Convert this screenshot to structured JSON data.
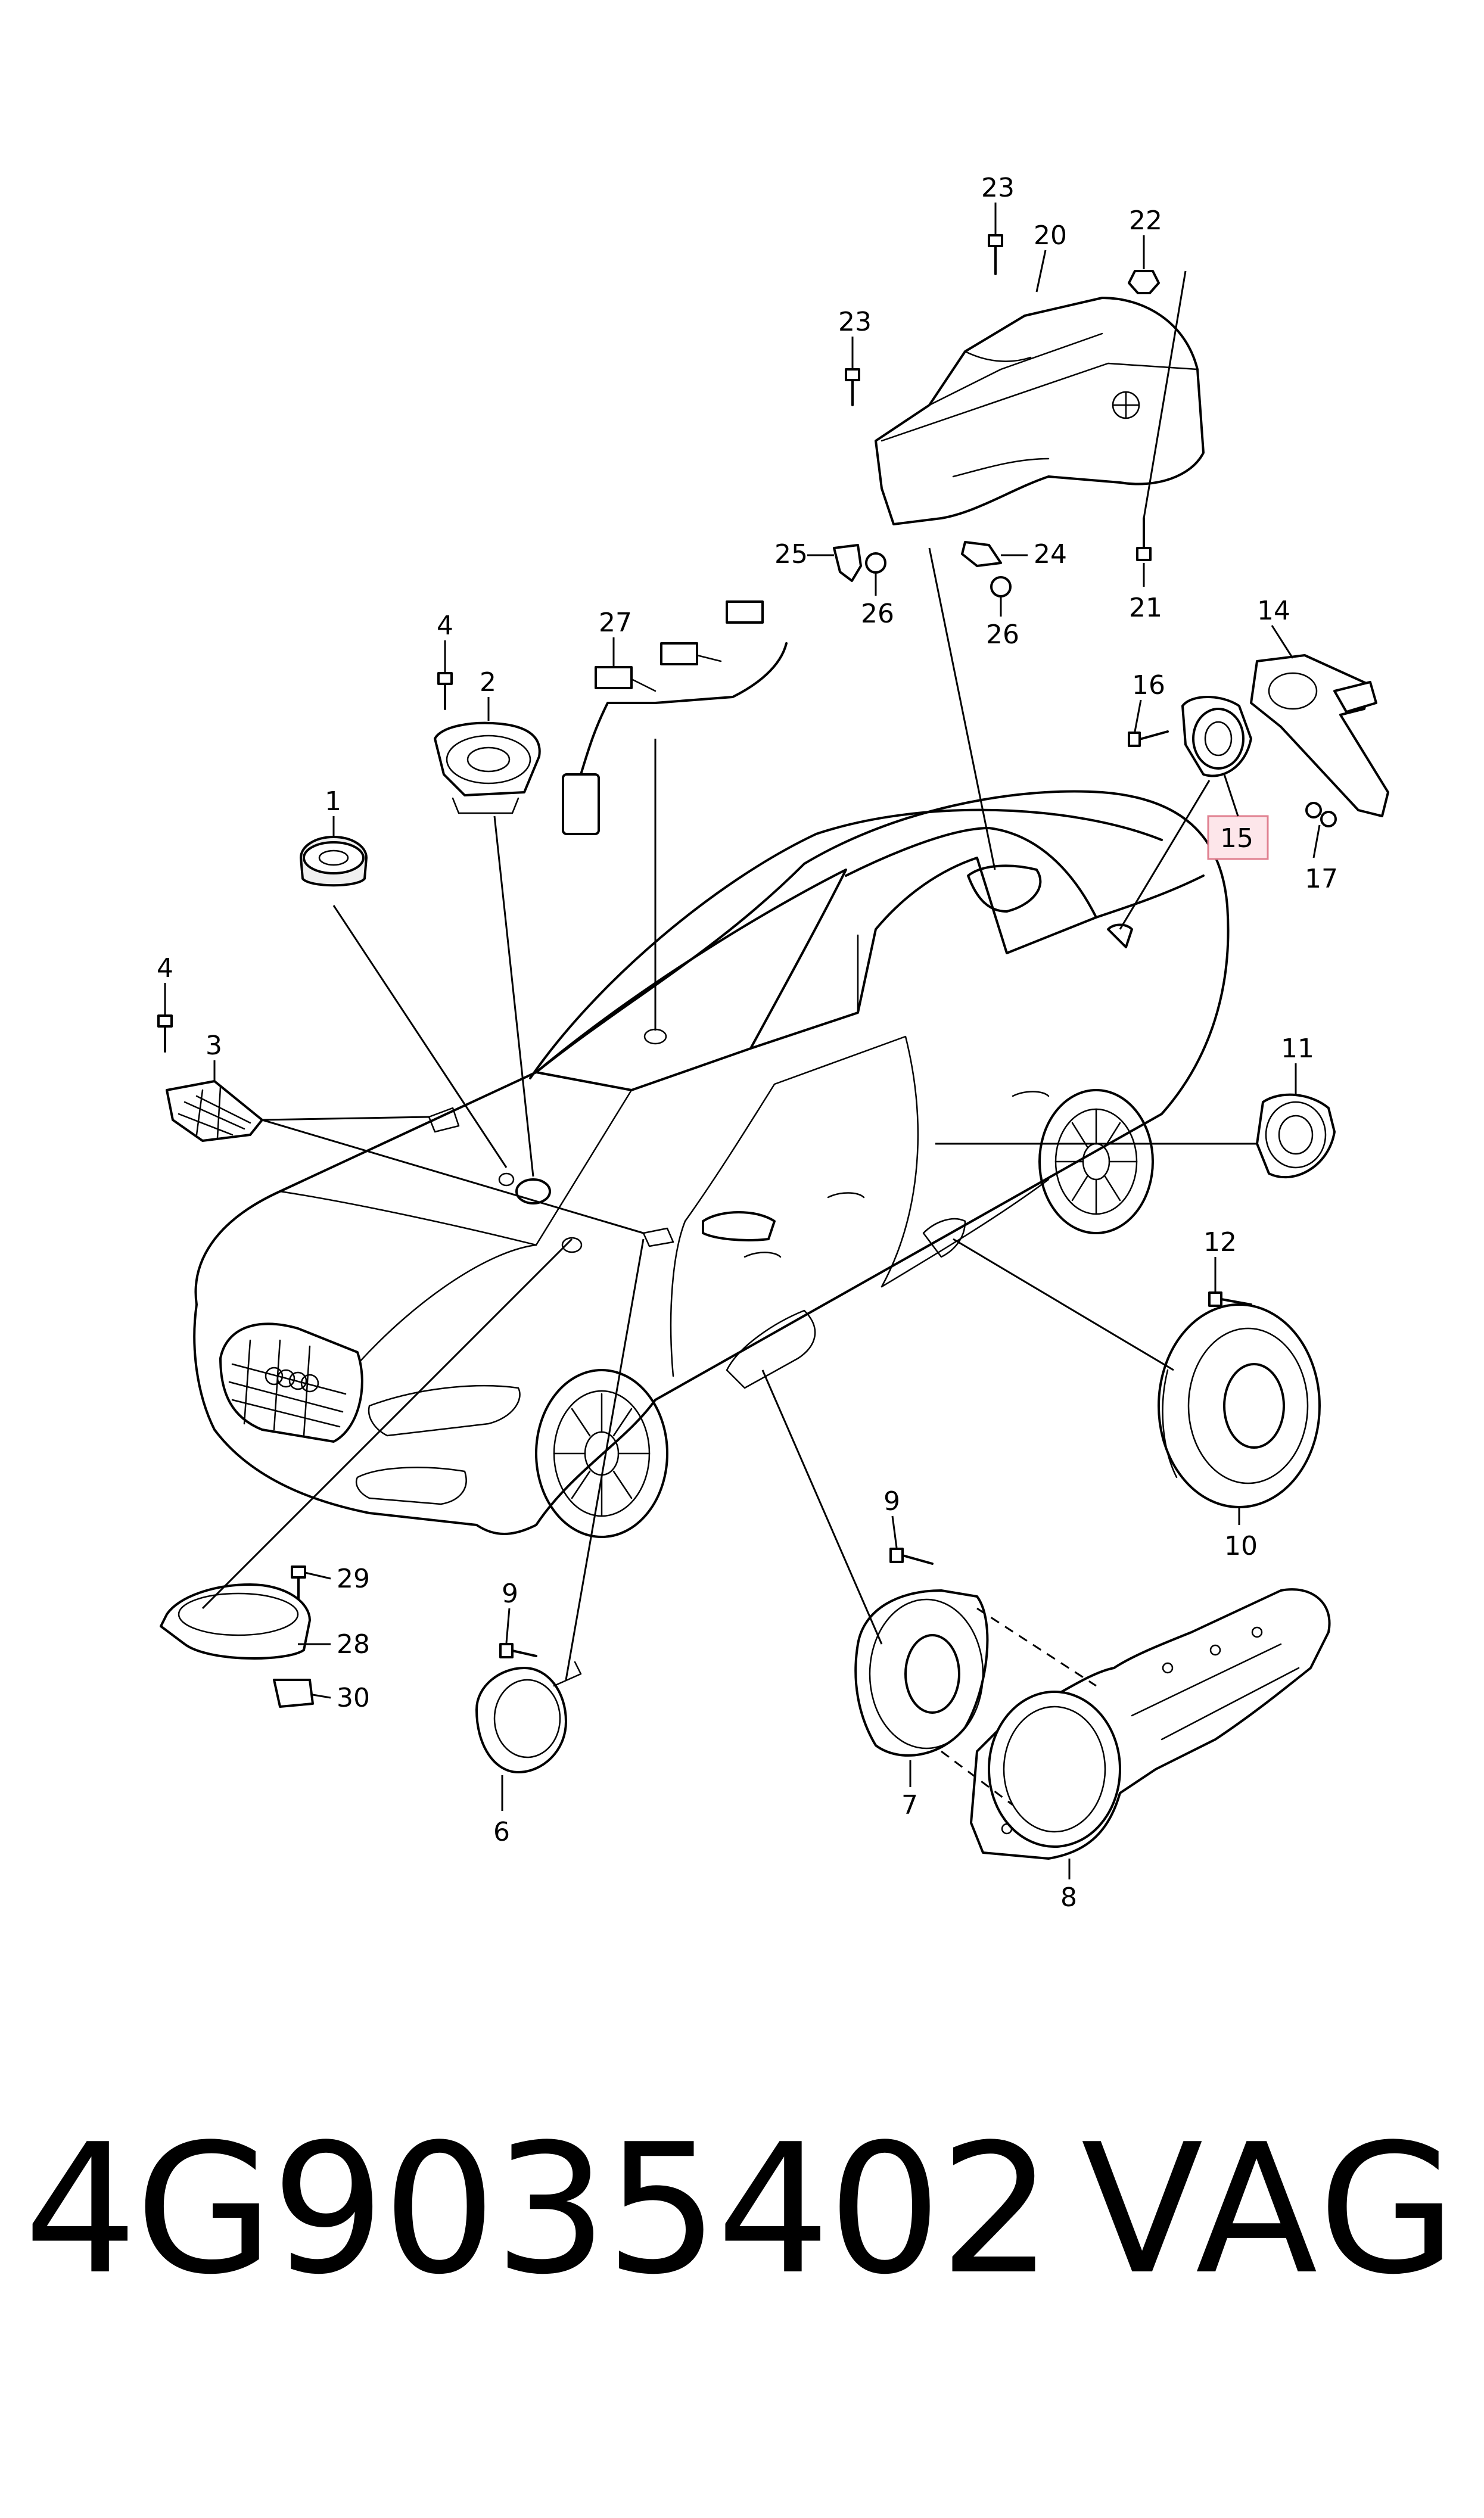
{
  "diagram": {
    "callouts": {
      "c1": "1",
      "c2": "2",
      "c3": "3",
      "c4a": "4",
      "c4b": "4",
      "c6": "6",
      "c7": "7",
      "c8": "8",
      "c9a": "9",
      "c9b": "9",
      "c10": "10",
      "c11": "11",
      "c12": "12",
      "c14": "14",
      "c15": "15",
      "c16": "16",
      "c17": "17",
      "c20": "20",
      "c21": "21",
      "c22": "22",
      "c23a": "23",
      "c23b": "23",
      "c24": "24",
      "c25": "25",
      "c26a": "26",
      "c26b": "26",
      "c27": "27",
      "c28": "28",
      "c29": "29",
      "c30": "30"
    },
    "highlight_color": "#e08090"
  },
  "footer": {
    "part_number": "4G9035402",
    "brand": "VAG"
  }
}
